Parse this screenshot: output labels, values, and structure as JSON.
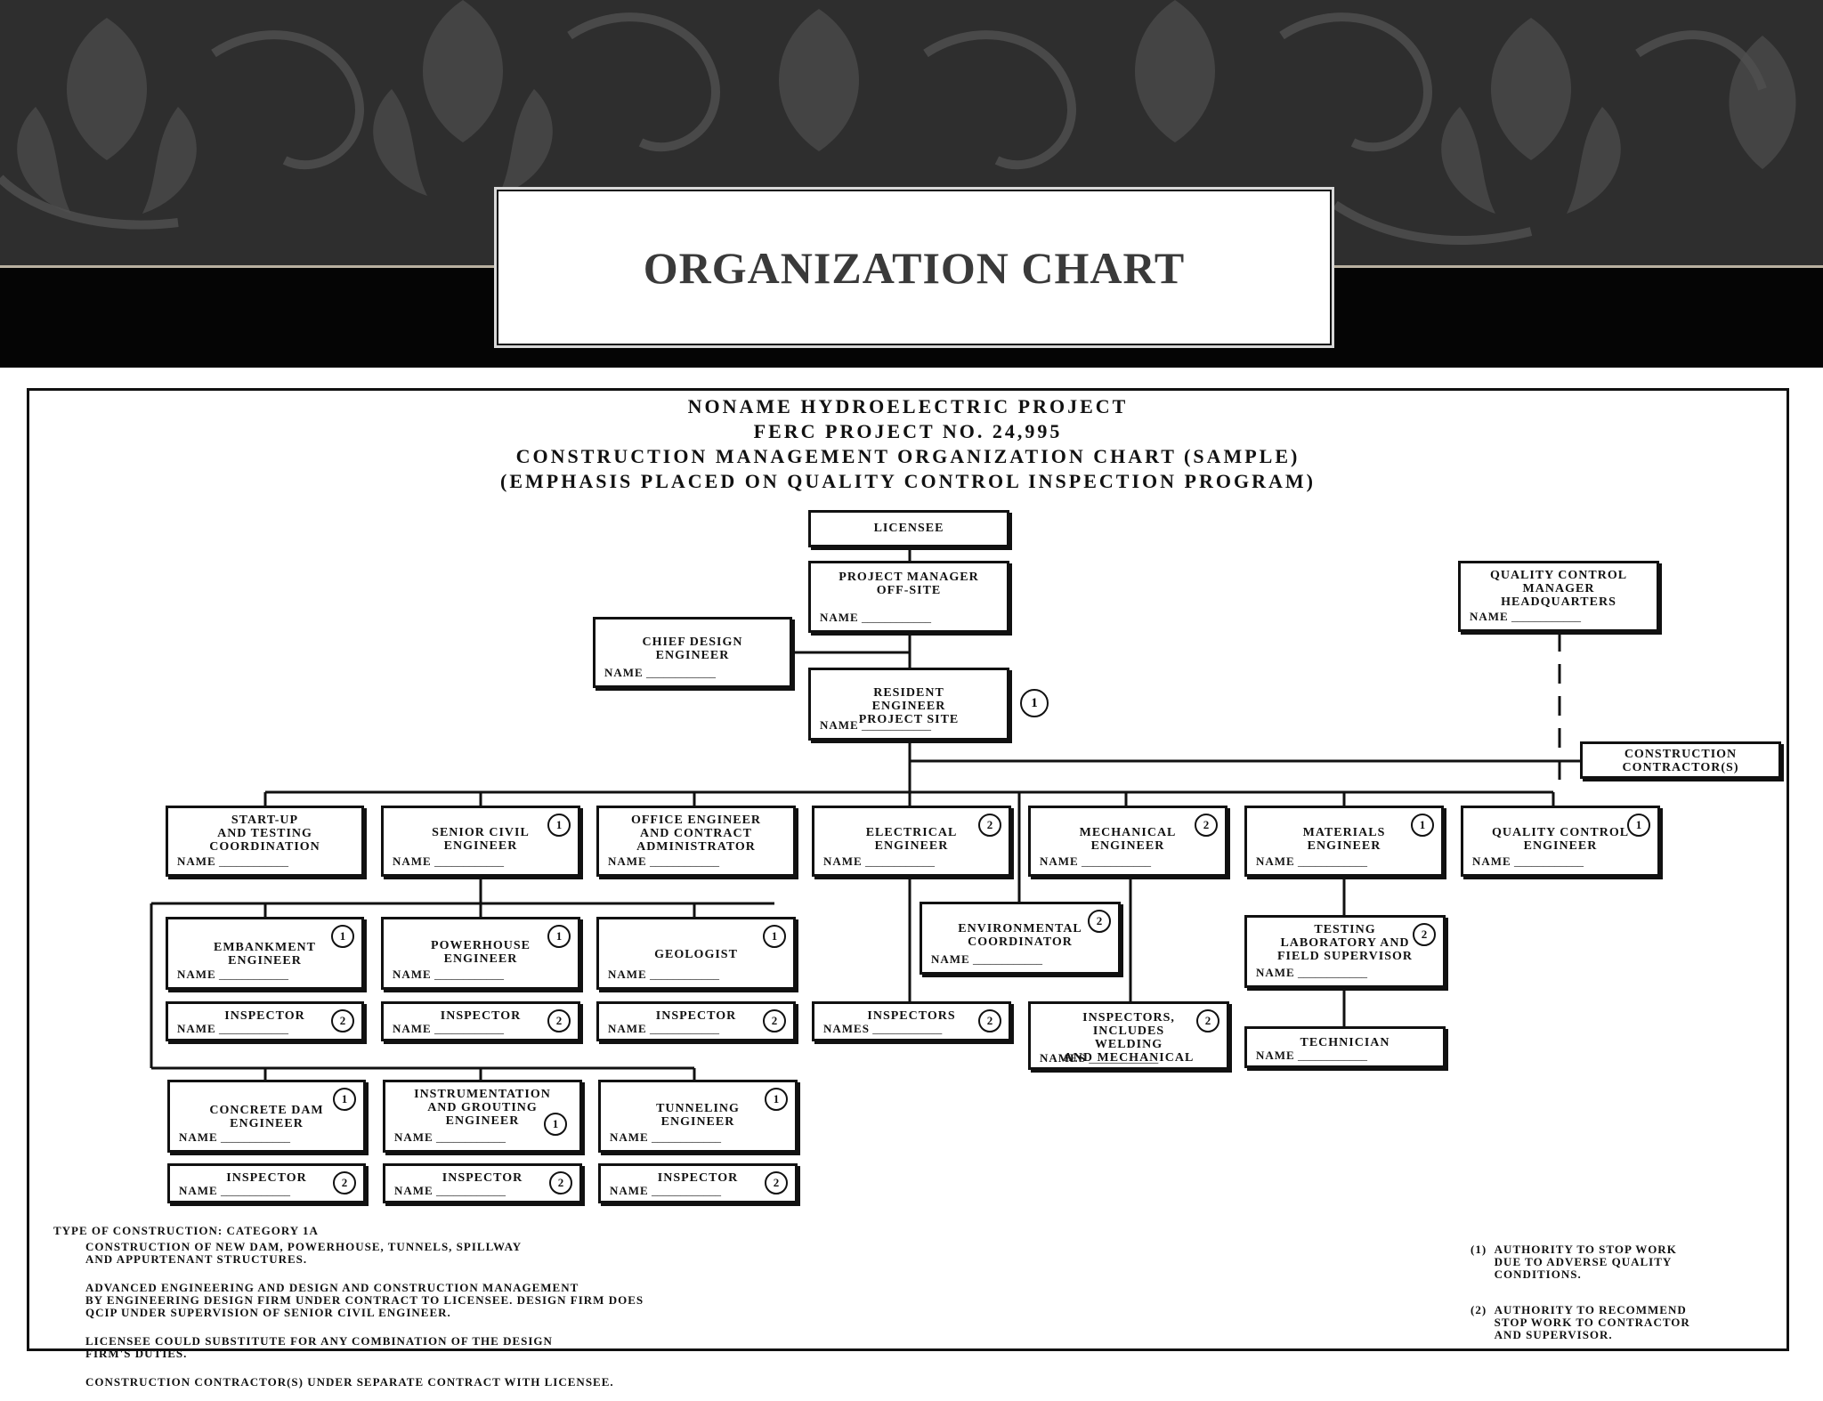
{
  "slide_title": "ORGANIZATION CHART",
  "chart_title_lines": [
    "NONAME HYDROELECTRIC PROJECT",
    "FERC PROJECT NO. 24,995",
    "CONSTRUCTION MANAGEMENT ORGANIZATION CHART   (SAMPLE)",
    "(EMPHASIS PLACED ON QUALITY CONTROL INSPECTION PROGRAM)"
  ],
  "name_label": "NAME",
  "names_label": "NAMES",
  "boxes": {
    "licensee": {
      "label": "LICENSEE"
    },
    "project_manager": {
      "label": "PROJECT MANAGER\nOFF-SITE"
    },
    "qc_manager_hq": {
      "label": "QUALITY CONTROL\nMANAGER\nHEADQUARTERS"
    },
    "chief_design_engineer": {
      "label": "CHIEF DESIGN\nENGINEER"
    },
    "resident_engineer": {
      "label": "RESIDENT ENGINEER\nPROJECT SITE",
      "badge": "1"
    },
    "construction_contractors": {
      "label": "CONSTRUCTION\nCONTRACTOR(S)"
    },
    "startup_testing": {
      "label": "START-UP\nAND TESTING\nCOORDINATION"
    },
    "senior_civil": {
      "label": "SENIOR CIVIL\nENGINEER",
      "badge": "1"
    },
    "office_engineer": {
      "label": "OFFICE ENGINEER\nAND CONTRACT\nADMINISTRATOR"
    },
    "electrical_engineer": {
      "label": "ELECTRICAL\nENGINEER",
      "badge": "2"
    },
    "mechanical_engineer": {
      "label": "MECHANICAL\nENGINEER",
      "badge": "2"
    },
    "materials_engineer": {
      "label": "MATERIALS\nENGINEER",
      "badge": "1"
    },
    "qc_engineer": {
      "label": "QUALITY CONTROL\nENGINEER",
      "badge": "1"
    },
    "embankment_engineer": {
      "label": "EMBANKMENT\nENGINEER",
      "badge": "1"
    },
    "powerhouse_engineer": {
      "label": "POWERHOUSE\nENGINEER",
      "badge": "1"
    },
    "geologist": {
      "label": "GEOLOGIST",
      "badge": "1"
    },
    "environmental_coordinator": {
      "label": "ENVIRONMENTAL\nCOORDINATOR",
      "badge": "2"
    },
    "testing_lab": {
      "label": "TESTING\nLABORATORY AND\nFIELD SUPERVISOR",
      "badge": "2"
    },
    "inspector_embankment": {
      "label": "INSPECTOR",
      "badge": "2"
    },
    "inspector_powerhouse": {
      "label": "INSPECTOR",
      "badge": "2"
    },
    "inspector_geologist": {
      "label": "INSPECTOR",
      "badge": "2"
    },
    "inspectors_electrical": {
      "label": "INSPECTORS",
      "badge": "2"
    },
    "inspectors_mechanical": {
      "label": "INSPECTORS,\nINCLUDES WELDING\nAND MECHANICAL",
      "badge": "2"
    },
    "technician": {
      "label": "TECHNICIAN"
    },
    "concrete_dam_engineer": {
      "label": "CONCRETE DAM\nENGINEER",
      "badge": "1"
    },
    "instrumentation_engineer": {
      "label": "INSTRUMENTATION\nAND GROUTING\nENGINEER",
      "badge": "1"
    },
    "tunneling_engineer": {
      "label": "TUNNELING\nENGINEER",
      "badge": "1"
    },
    "inspector_concrete": {
      "label": "INSPECTOR",
      "badge": "2"
    },
    "inspector_instrumentation": {
      "label": "INSPECTOR",
      "badge": "2"
    },
    "inspector_tunneling": {
      "label": "INSPECTOR",
      "badge": "2"
    }
  },
  "notes": {
    "type_heading": "TYPE OF CONSTRUCTION: CATEGORY 1A",
    "lines": [
      "CONSTRUCTION OF NEW DAM, POWERHOUSE, TUNNELS, SPILLWAY\nAND APPURTENANT STRUCTURES.",
      "ADVANCED ENGINEERING AND DESIGN AND CONSTRUCTION MANAGEMENT\nBY ENGINEERING DESIGN FIRM UNDER CONTRACT TO LICENSEE. DESIGN FIRM DOES\nQCIP UNDER SUPERVISION OF SENIOR CIVIL ENGINEER.",
      "LICENSEE COULD SUBSTITUTE FOR ANY COMBINATION OF THE DESIGN\nFIRM'S DUTIES.",
      "CONSTRUCTION CONTRACTOR(S) UNDER SEPARATE CONTRACT WITH LICENSEE."
    ],
    "legend": [
      {
        "key": "(1)",
        "text": "AUTHORITY TO STOP WORK\nDUE TO ADVERSE QUALITY\nCONDITIONS."
      },
      {
        "key": "(2)",
        "text": "AUTHORITY TO RECOMMEND\nSTOP WORK TO CONTRACTOR\nAND SUPERVISOR."
      }
    ]
  },
  "colors": {
    "band": "#2e2e2e",
    "bar": "#050505",
    "title_text": "#3a3a3a",
    "ink": "#111111"
  }
}
